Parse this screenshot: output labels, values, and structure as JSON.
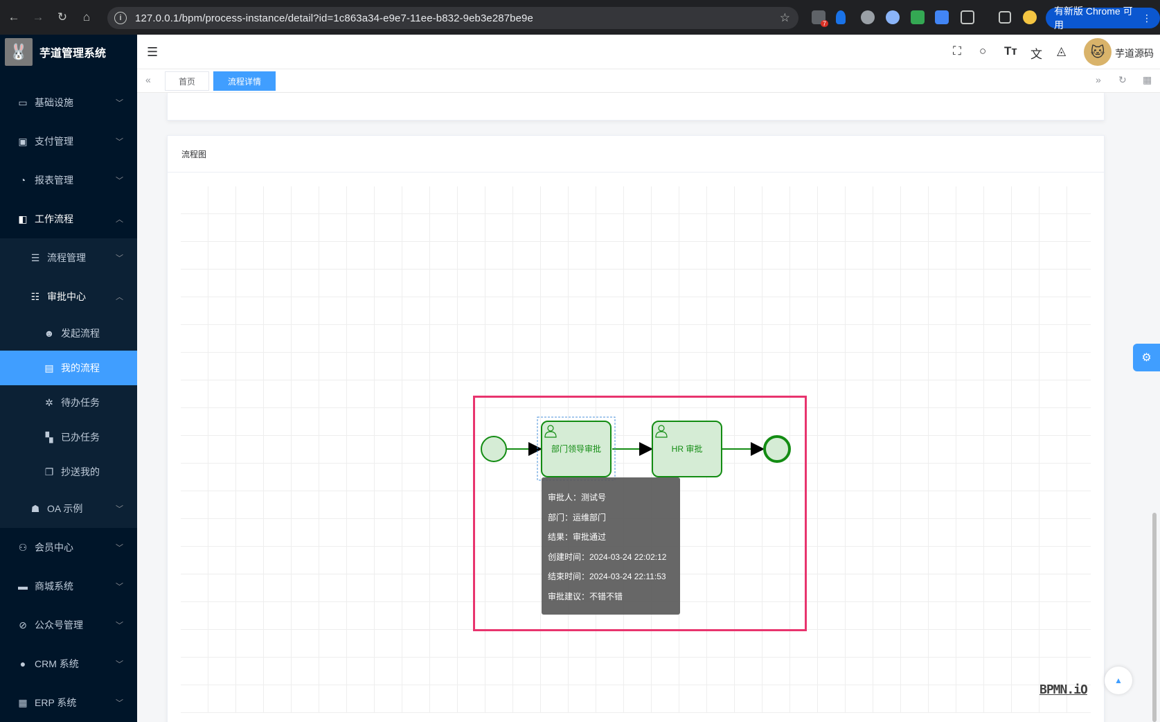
{
  "browser": {
    "url": "127.0.0.1/bpm/process-instance/detail?id=1c863a34-e9e7-11ee-b832-9eb3e287be9e",
    "ext_badge": "7",
    "update_label": "有新版 Chrome 可用"
  },
  "brand": {
    "name": "芋道管理系统"
  },
  "menu": {
    "infra": "基础设施",
    "pay": "支付管理",
    "report": "报表管理",
    "workflow": "工作流程",
    "process_mgmt": "流程管理",
    "approval_center": "审批中心",
    "start_process": "发起流程",
    "my_process": "我的流程",
    "todo": "待办任务",
    "done": "已办任务",
    "cc": "抄送我的",
    "oa": "OA 示例",
    "member": "会员中心",
    "mall": "商城系统",
    "mp": "公众号管理",
    "crm": "CRM 系统",
    "erp": "ERP 系统"
  },
  "header": {
    "user_name": "芋道源码"
  },
  "tags": {
    "home": "首页",
    "detail": "流程详情"
  },
  "diagram_card": {
    "title": "流程图"
  },
  "diagram": {
    "task1": "部门领导审批",
    "task2": "HR 审批",
    "done_color": "#52c41a",
    "fill_color": "#d5ecd5",
    "stroke_color": "#138c13"
  },
  "tooltip": {
    "approver": "审批人：测试号",
    "dept": "部门：运维部门",
    "result": "结果：审批通过",
    "created": "创建时间：2024-03-24 22:02:12",
    "ended": "结束时间：2024-03-24 22:11:53",
    "comment": "审批建议：不错不错"
  },
  "watermark": "BPMN.iO",
  "colors": {
    "sidebar_bg": "#001529",
    "primary": "#409eff",
    "highlight": "#e8346e"
  }
}
